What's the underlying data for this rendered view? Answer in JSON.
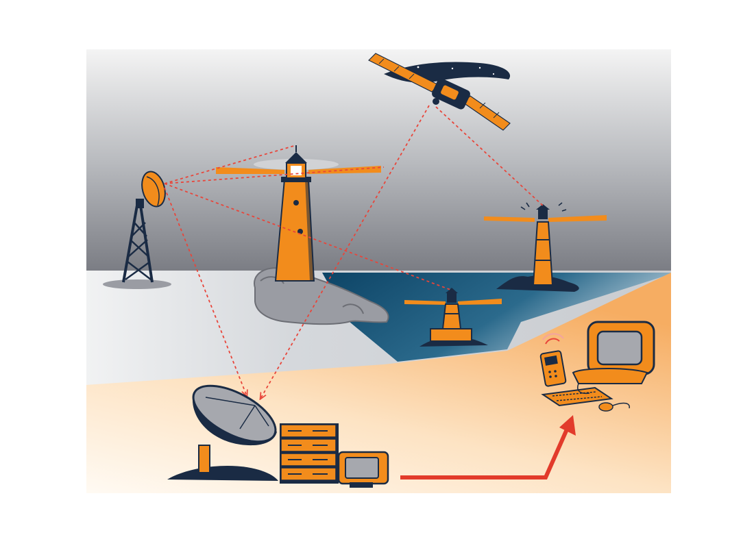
{
  "colors": {
    "page_background": "#ffffff",
    "sky_top": "#f2f2f2",
    "sky_bottom": "#7b7d84",
    "sea_light": "#e9eaec",
    "sea_dark": "#135070",
    "land_light": "#fff4e6",
    "land_orange": "#f5a859",
    "accent_orange": "#f28c1c",
    "navy": "#1a2b44",
    "rock_grey": "#9a9ca3",
    "link_red": "#e8453a",
    "flow_arrow_red": "#e23b2b"
  },
  "nodes": [
    {
      "id": "satellite",
      "icon": "satellite-icon"
    },
    {
      "id": "radar-tower",
      "icon": "radar-tower-icon"
    },
    {
      "id": "main-lighthouse",
      "icon": "lighthouse-icon"
    },
    {
      "id": "offshore-lighthouse",
      "icon": "lighthouse-icon"
    },
    {
      "id": "buoy-lighthouse",
      "icon": "buoy-light-icon"
    },
    {
      "id": "ground-station",
      "icon": "satellite-dish-icon"
    },
    {
      "id": "server-rack",
      "icon": "server-rack-icon"
    },
    {
      "id": "control-monitor",
      "icon": "monitor-icon"
    },
    {
      "id": "user-workstation",
      "icon": "desktop-computer-icon"
    },
    {
      "id": "mobile-phone",
      "icon": "mobile-phone-icon"
    }
  ],
  "links": [
    {
      "from": "radar-tower",
      "to": "main-lighthouse",
      "style": "dashed"
    },
    {
      "from": "radar-tower",
      "to": "buoy-lighthouse",
      "style": "dashed"
    },
    {
      "from": "radar-tower",
      "to": "ground-station",
      "style": "dashed"
    },
    {
      "from": "satellite",
      "to": "ground-station",
      "style": "dashed"
    },
    {
      "from": "satellite",
      "to": "offshore-lighthouse",
      "style": "dashed"
    },
    {
      "from": "server-rack",
      "to": "user-workstation",
      "style": "solid-arrow"
    }
  ]
}
